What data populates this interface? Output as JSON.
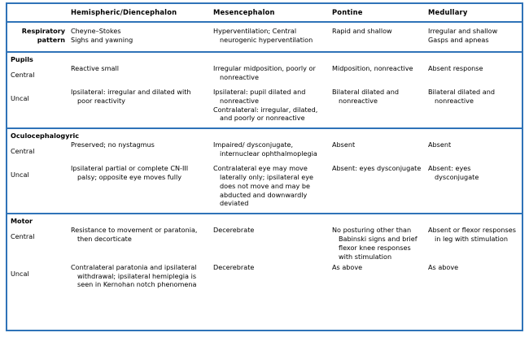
{
  "table": {
    "headers": [
      {
        "label": ""
      },
      {
        "label": "Hemispheric/Diencephalon"
      },
      {
        "label": "Mesencephalon"
      },
      {
        "label": "Pontine"
      },
      {
        "label": "Medullary"
      }
    ],
    "sections": [
      {
        "id": "respiratory",
        "title": "Respiratory pattern",
        "title_line1": "Respiratory",
        "title_line2": "pattern",
        "style": "bold-two-line",
        "rows": [
          {
            "label": "",
            "cells": [
              [
                "Cheyne–Stokes",
                "Sighs and yawning"
              ],
              [
                "Hyperventilation; Central neurogenic hyperventilation"
              ],
              [
                "Rapid and shallow"
              ],
              [
                "Irregular and shallow",
                "Gasps and apneas"
              ]
            ]
          }
        ]
      },
      {
        "id": "pupils",
        "title": "Pupils",
        "style": "section-heading",
        "rows": [
          {
            "label": "Central",
            "cells": [
              [
                "Reactive small"
              ],
              [
                "Irregular midposition, poorly or nonreactive"
              ],
              [
                "Midposition, nonreactive"
              ],
              [
                "Absent response"
              ]
            ]
          },
          {
            "label": "Uncal",
            "cells": [
              [
                "Ipsilateral: irregular and dilated with poor reactivity"
              ],
              [
                "Ipsilateral: pupil dilated and nonreactive",
                "Contralateral: irregular, dilated, and poorly or nonreactive"
              ],
              [
                "Bilateral dilated and nonreactive"
              ],
              [
                "Bilateral dilated and nonreactive"
              ]
            ]
          }
        ]
      },
      {
        "id": "oculocephalogyric",
        "title": "Oculocephalogyric",
        "style": "section-heading",
        "rows": [
          {
            "label": "Central",
            "cells": [
              [
                "Preserved; no nystagmus"
              ],
              [
                "Impaired/ dysconjugate, internuclear ophthalmoplegia"
              ],
              [
                "Absent"
              ],
              [
                "Absent"
              ]
            ]
          },
          {
            "label": "Uncal",
            "cells": [
              [
                "Ipsilateral partial or complete CN-III palsy; opposite eye moves fully"
              ],
              [
                "Contralateral eye may move laterally only; ipsilateral eye does not move and may be abducted and downwardly deviated"
              ],
              [
                "Absent: eyes dysconjugate"
              ],
              [
                "Absent: eyes dysconjugate"
              ]
            ]
          }
        ]
      },
      {
        "id": "motor",
        "title": "Motor",
        "style": "section-heading",
        "rows": [
          {
            "label": "Central",
            "cells": [
              [
                "Resistance to movement or paratonia, then decorticate"
              ],
              [
                "Decerebrate"
              ],
              [
                "No posturing other than Babinski signs and brief flexor knee responses with stimulation"
              ],
              [
                "Absent or flexor responses in leg with stimulation"
              ]
            ]
          },
          {
            "label": "Uncal",
            "cells": [
              [
                "Contralateral paratonia and ipsilateral withdrawal; ipsilateral hemiplegia is seen in Kernohan notch phenomena"
              ],
              [
                "Decerebrate"
              ],
              [
                "As above"
              ],
              [
                "As above"
              ]
            ]
          }
        ]
      }
    ]
  },
  "colors": {
    "border": "#2f73b8",
    "text": "#000000",
    "background": "#ffffff"
  }
}
